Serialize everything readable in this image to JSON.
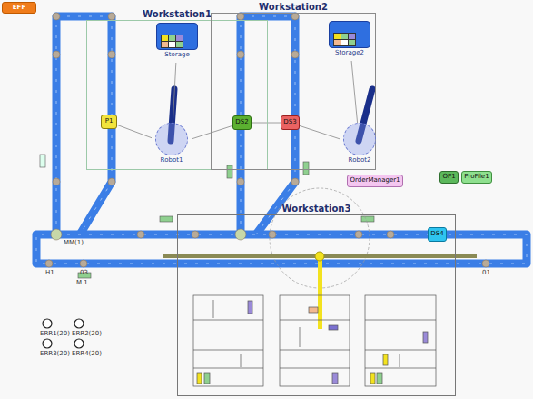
{
  "diagram": {
    "nodes": [
      {
        "text": [
          "EFF"
        ]
      },
      {
        "text": [
          "Workstation1"
        ]
      },
      {
        "text": [
          "Storage"
        ],
        "in": 1
      },
      {
        "text": [
          "P1"
        ],
        "in": 1
      },
      {
        "text": [
          "Robot1"
        ],
        "in": 1
      },
      {
        "text": [
          "Workstation2"
        ]
      },
      {
        "text": [
          "Storage2"
        ],
        "in": 5
      },
      {
        "text": [
          "DS2"
        ],
        "in": 5
      },
      {
        "text": [
          "DS3"
        ],
        "in": 5
      },
      {
        "text": [
          "Robot2"
        ],
        "in": 5
      },
      {
        "text": [
          "OrderManager1"
        ]
      },
      {
        "text": [
          "OP1"
        ]
      },
      {
        "text": [
          "ProFile1"
        ]
      },
      {
        "text": [
          "Workstation3"
        ]
      },
      {
        "text": [
          "DS4"
        ],
        "in": 13
      }
    ],
    "edges": [
      {
        "from": 2,
        "to": 4,
        "arrow": "none"
      },
      {
        "from": 4,
        "to": 3,
        "arrow": "none"
      },
      {
        "from": 4,
        "to": 7,
        "arrow": "none"
      },
      {
        "from": 7,
        "to": 8,
        "arrow": "none"
      },
      {
        "from": 6,
        "to": 9,
        "arrow": "none"
      },
      {
        "from": 9,
        "to": 8,
        "arrow": "none"
      }
    ],
    "labels": [
      "ERR1(20)",
      "ERR2(20)",
      "ERR3(20)",
      "ERR4(20)",
      "H1",
      "03",
      "MM(1)",
      "M 1",
      "01"
    ]
  }
}
